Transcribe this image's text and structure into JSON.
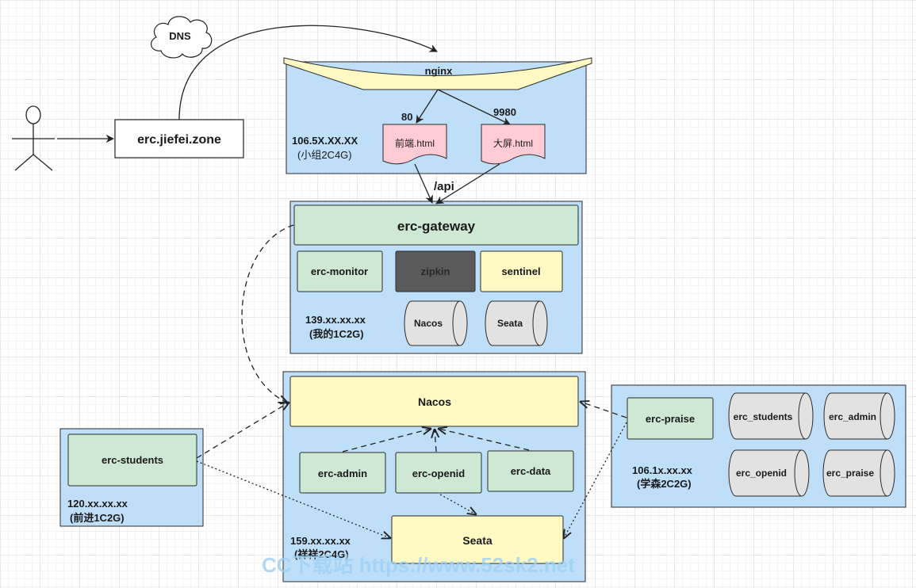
{
  "dns": {
    "label": "DNS"
  },
  "domain": {
    "label": "erc.jiefei.zone"
  },
  "nginx_server": {
    "nginx_label": "nginx",
    "ip": "106.5X.XX.XX",
    "desc": "(小组2C4G)",
    "port_front": "80",
    "port_screen": "9980",
    "front_page": "前端.html",
    "screen_page": "大屏.html",
    "api_label": "/api"
  },
  "gateway_server": {
    "gateway": "erc-gateway",
    "monitor": "erc-monitor",
    "zipkin": "zipkin",
    "sentinel": "sentinel",
    "nacos": "Nacos",
    "seata": "Seata",
    "ip": "139.xx.xx.xx",
    "desc": "(我的1C2G)"
  },
  "main_server": {
    "nacos": "Nacos",
    "admin": "erc-admin",
    "openid": "erc-openid",
    "data": "erc-data",
    "seata": "Seata",
    "ip": "159.xx.xx.xx",
    "desc": "(祥祥2C4G)"
  },
  "students_server": {
    "students": "erc-students",
    "ip": "120.xx.xx.xx",
    "desc": "(前进1C2G)"
  },
  "praise_server": {
    "praise": "erc-praise",
    "db_students": "erc_students",
    "db_admin": "erc_admin",
    "db_openid": "erc_openid",
    "db_praise": "erc_praise",
    "ip": "106.1x.xx.xx",
    "desc": "(学森2C2G)"
  },
  "watermark": "CC下载站 https://www.52sk2.net",
  "colors": {
    "server_blue": "#bfdff8",
    "service_green": "#cde8d3",
    "yellow": "#fff9c4",
    "pink": "#ffccd5",
    "db_gray": "#e2e2e2",
    "zipkin_dark": "#5a5a5a"
  }
}
